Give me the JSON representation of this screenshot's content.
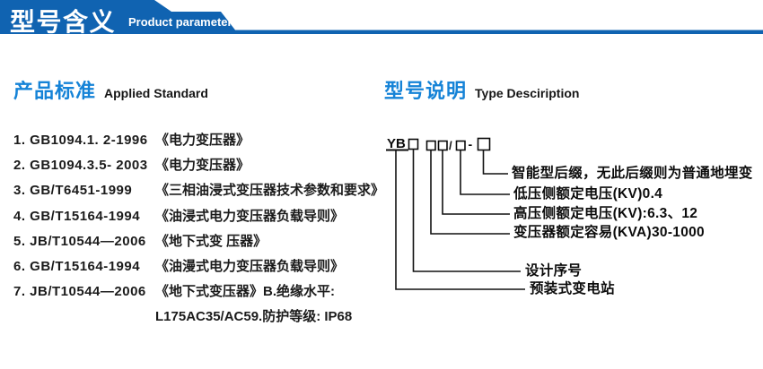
{
  "header": {
    "title_cn": "型号含义",
    "title_en": "Product parameters"
  },
  "standards": {
    "heading_cn": "产品标准",
    "heading_en": "Applied Standard",
    "items": [
      {
        "code": "1. GB1094.1. 2-1996",
        "title": "《电力变压器》"
      },
      {
        "code": "2. GB1094.3.5- 2003",
        "title": "《电力变压器》"
      },
      {
        "code": "3. GB/T6451-1999",
        "title": "《三相油浸式变压器技术参数和要求》"
      },
      {
        "code": "4. GB/T15164-1994",
        "title": "《油浸式电力变压器负载导则》"
      },
      {
        "code": "5. JB/T10544—2006",
        "title": "《地下式变 压器》"
      },
      {
        "code": "6. GB/T15164-1994",
        "title": "《油漫式电力变压器负载导则》"
      },
      {
        "code": "7. JB/T10544—2006",
        "title": "《地下式变压器》B.绝缘水平:"
      }
    ],
    "continuation": "L175AC35/AC59.防护等级: IP68"
  },
  "type_description": {
    "heading_cn": "型号说明",
    "heading_en": "Type Desciription",
    "code": {
      "prefix": "YB",
      "slash": "/",
      "dash": "-"
    },
    "labels": [
      "智能型后缀，无此后缀则为普通地埋变",
      "低压侧额定电压(KV)0.4",
      "高压侧额定电压(KV):6.3、12",
      "变压器额定容易(KVA)30-1000",
      "设计序号",
      "预装式变电站"
    ]
  },
  "colors": {
    "banner_blue": "#1063b1",
    "heading_blue": "#1583d7",
    "text_dark": "#1b1b1b"
  }
}
